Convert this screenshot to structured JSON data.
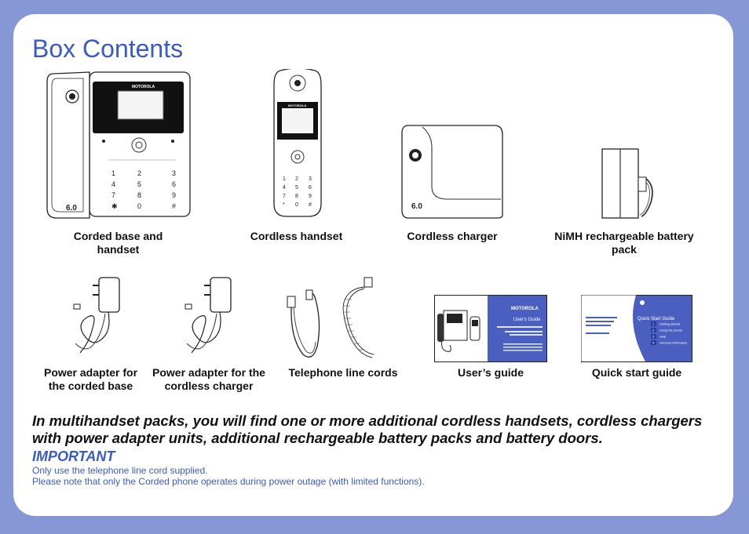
{
  "title": "Box Contents",
  "row1": [
    {
      "caption": "Corded base and handset",
      "icon": "corded-base-icon"
    },
    {
      "caption": "Cordless handset",
      "icon": "cordless-handset-icon"
    },
    {
      "caption": "Cordless charger",
      "icon": "cordless-charger-icon"
    },
    {
      "caption": "NiMH rechargeable battery pack",
      "icon": "battery-pack-icon"
    }
  ],
  "row2": [
    {
      "caption": "Power adapter for the corded base",
      "icon": "power-adapter-icon"
    },
    {
      "caption": "Power adapter for the cordless charger",
      "icon": "power-adapter-icon"
    },
    {
      "caption": "Telephone line cords",
      "icon": "line-cord-icon"
    },
    {
      "caption": "User’s guide",
      "icon": "users-guide-icon"
    },
    {
      "caption": "Quick start guide",
      "icon": "quick-start-guide-icon"
    }
  ],
  "device": {
    "brand": "MOTOROLA",
    "dect_label": "6.0",
    "keypad": [
      "1",
      "2",
      "3",
      "4",
      "5",
      "6",
      "7",
      "8",
      "9",
      "✱",
      "0",
      "#"
    ]
  },
  "guides": {
    "users_guide_title": "User's Guide",
    "quick_start_title": "Quick Start Guide",
    "quick_start_steps": [
      "Getting started",
      "Using the phone",
      "Help",
      "General information"
    ],
    "quick_start_numbers": [
      "1",
      "2",
      "3",
      "4"
    ]
  },
  "note": "In multihandset packs, you will find one or more additional cordless handsets, cordless chargers with power adapter units, additional rechargeable battery packs and battery doors.",
  "important": {
    "title": "IMPORTANT",
    "lines": [
      "Only use the telephone line cord supplied.",
      "Please note that only the Corded phone operates during power outage (with limited functions)."
    ]
  },
  "colors": {
    "frame": "#8597d4",
    "accent": "#3a5bc7",
    "guide_blue": "#4a5fc0"
  }
}
